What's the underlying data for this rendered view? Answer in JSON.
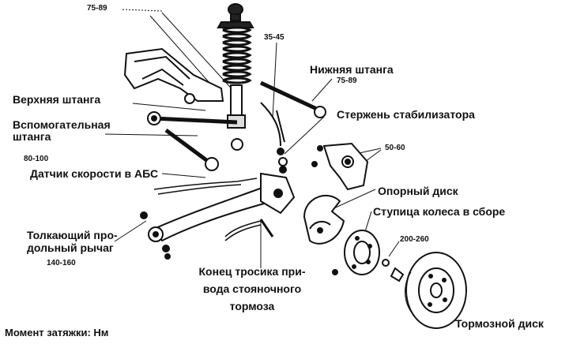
{
  "labels": {
    "upper_rod": "Верхняя штанга",
    "aux_rod_1": "Вспомогательная",
    "aux_rod_2": "штанга",
    "abs_sensor": "Датчик скорости в АБС",
    "trailing_arm_1": "Толкающий про-",
    "trailing_arm_2": "дольный рычаг",
    "lower_rod": "Нижняя штанга",
    "stabilizer_rod": "Стержень стабилизатора",
    "support_disc": "Опорный диск",
    "hub_assembly": "Ступица колеса в сборе",
    "cable_end_1": "Конец тросика при-",
    "cable_end_2": "вода стояночного",
    "cable_end_3": "тормоза",
    "brake_disc": "Тормозной диск",
    "torque_note": "Момент затяжки: Нм"
  },
  "torques": {
    "top": "75-89",
    "shock_mount": "35-45",
    "lower_rod": "75-89",
    "upper_left": "80-100",
    "caliper": "50-60",
    "trailing_arm": "140-160",
    "hub": "200-260"
  }
}
